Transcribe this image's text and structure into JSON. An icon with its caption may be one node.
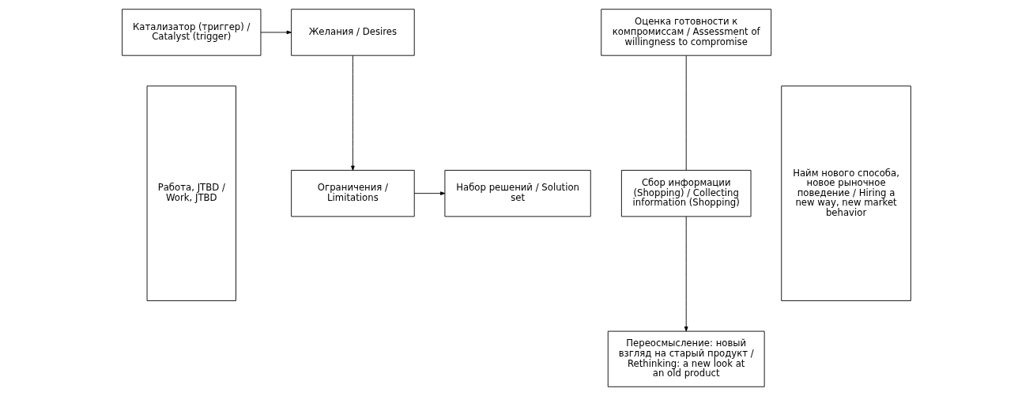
{
  "diagram": {
    "nodes": [
      {
        "text": [
          "Катализатор (триггер) / Catalyst (trigger)"
        ]
      },
      {
        "text": [
          "Желания / Desires"
        ]
      },
      {
        "text": [
          "Ограничения / Limitations"
        ]
      },
      {
        "text": [
          "Набор решений / Solution set"
        ]
      },
      {
        "text": [
          "Работа, JTBD / Work, JTBD"
        ]
      },
      {
        "text": [
          "Переосмысление: новый взгляд на старый продукт / Rethinking: a new look at an old product"
        ]
      },
      {
        "text": [
          "Сбор информации (Shopping) / Collecting information (Shopping)"
        ]
      },
      {
        "text": [
          "Оценка готовности к компромиссам / Assessment of willingness to compromise"
        ]
      },
      {
        "text": [
          "Найм нового способа, новое рыночное поведение / Hiring a new way, new market behavior"
        ]
      }
    ],
    "edges": [
      {
        "from": 0,
        "to": 1,
        "arrow": "to"
      },
      {
        "from": 1,
        "to": 2,
        "arrow": "to"
      },
      {
        "from": 2,
        "to": 3,
        "arrow": "to"
      },
      {
        "from": 6,
        "to": 5,
        "arrow": "to"
      },
      {
        "from": 7,
        "to": 6,
        "arrow": "none"
      }
    ]
  }
}
